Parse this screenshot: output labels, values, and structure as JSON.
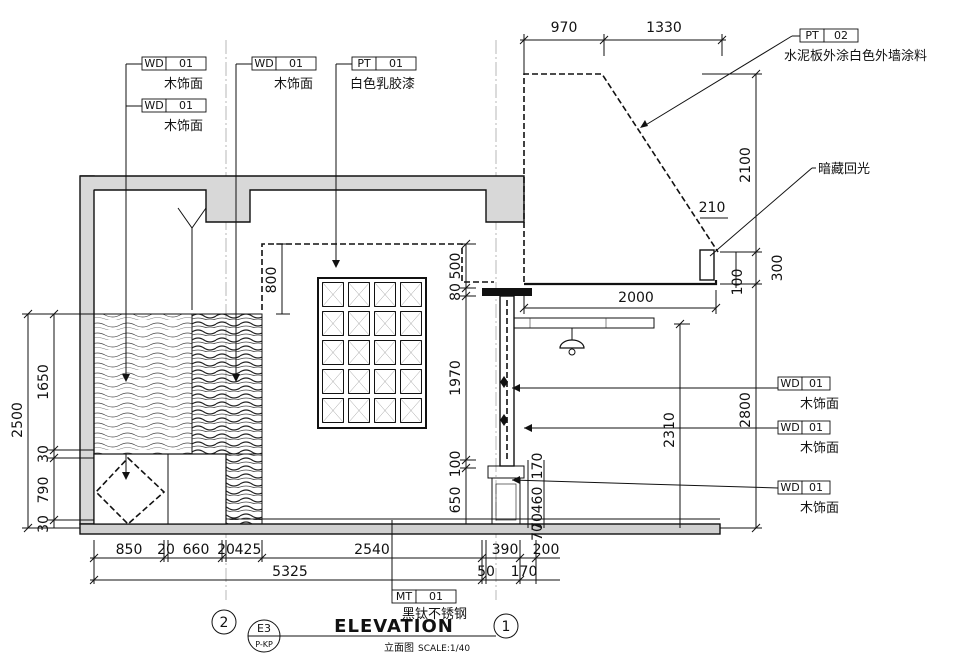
{
  "tags": {
    "wd1": {
      "code": "WD",
      "num": "01",
      "text": "木饰面"
    },
    "wd2": {
      "code": "WD",
      "num": "01",
      "text": "木饰面"
    },
    "wd3": {
      "code": "WD",
      "num": "01",
      "text": "木饰面"
    },
    "pt1": {
      "code": "PT",
      "num": "01",
      "text": "白色乳胶漆"
    },
    "pt2": {
      "code": "PT",
      "num": "02",
      "text": "水泥板外涂白色外墙涂料"
    },
    "wd4": {
      "code": "WD",
      "num": "01",
      "text": "木饰面"
    },
    "wd5": {
      "code": "WD",
      "num": "01",
      "text": "木饰面"
    },
    "wd6": {
      "code": "WD",
      "num": "01",
      "text": "木饰面"
    },
    "mt1": {
      "code": "MT",
      "num": "01",
      "text": "黑钛不锈钢"
    }
  },
  "notes": {
    "hidden_light": "暗藏回光"
  },
  "dims": {
    "top_970": "970",
    "top_1330": "1330",
    "right_2100": "2100",
    "right_210": "210",
    "right_300": "300",
    "right_100": "100",
    "mid_2000": "2000",
    "right_2800": "2800",
    "right_2310": "2310",
    "v_500": "500",
    "v_80": "80",
    "v_800": "800",
    "v_1970": "1970",
    "v_100": "100",
    "v_650": "650",
    "v_170": "170",
    "v_460": "460",
    "v_70a": "70",
    "v_70b": "70",
    "left_2500": "2500",
    "left_1650": "1650",
    "left_30a": "30",
    "left_790": "790",
    "left_30b": "30",
    "bot_850": "850",
    "bot_20a": "20",
    "bot_660": "660",
    "bot_20b": "20",
    "bot_425": "425",
    "bot_2540": "2540",
    "bot_390": "390",
    "bot_200": "200",
    "bot_5325": "5325",
    "bot_50": "50",
    "bot_170": "170"
  },
  "title": {
    "grid_left": "2",
    "grid_right": "1",
    "sheet_top": "E3",
    "sheet_bottom": "P-KP",
    "main": "ELEVATION",
    "sub": "立面图",
    "scale": "SCALE:1/40"
  }
}
